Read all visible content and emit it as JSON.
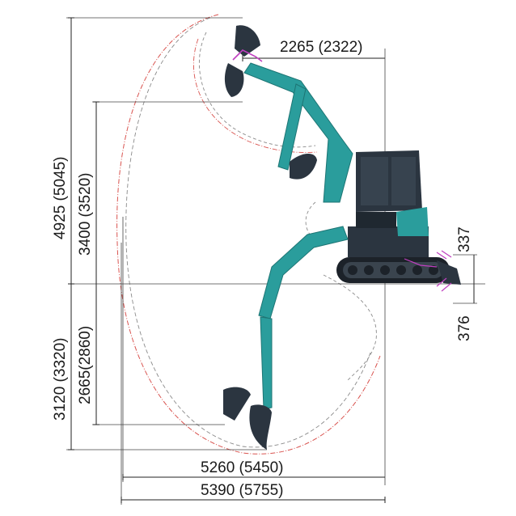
{
  "dimensions": {
    "top_reach_horizontal": "2265 (2322)",
    "max_dig_height": "4925 (5045)",
    "max_dump_height": "3400 (3520)",
    "max_dig_depth": "3120 (3320)",
    "vertical_wall_depth": "2665(2860)",
    "blade_height": "337",
    "blade_depth": "376",
    "ground_reach": "5260 (5450)",
    "max_reach": "5390 (5755)"
  },
  "colors": {
    "boom": "#2a9d9c",
    "boom_dark": "#1d7574",
    "body": "#2b3540",
    "track": "#1c2229",
    "envelope_red": "#d9534f",
    "envelope_gray": "#8a8a8a",
    "cylinder_mark": "#c03fc0"
  }
}
